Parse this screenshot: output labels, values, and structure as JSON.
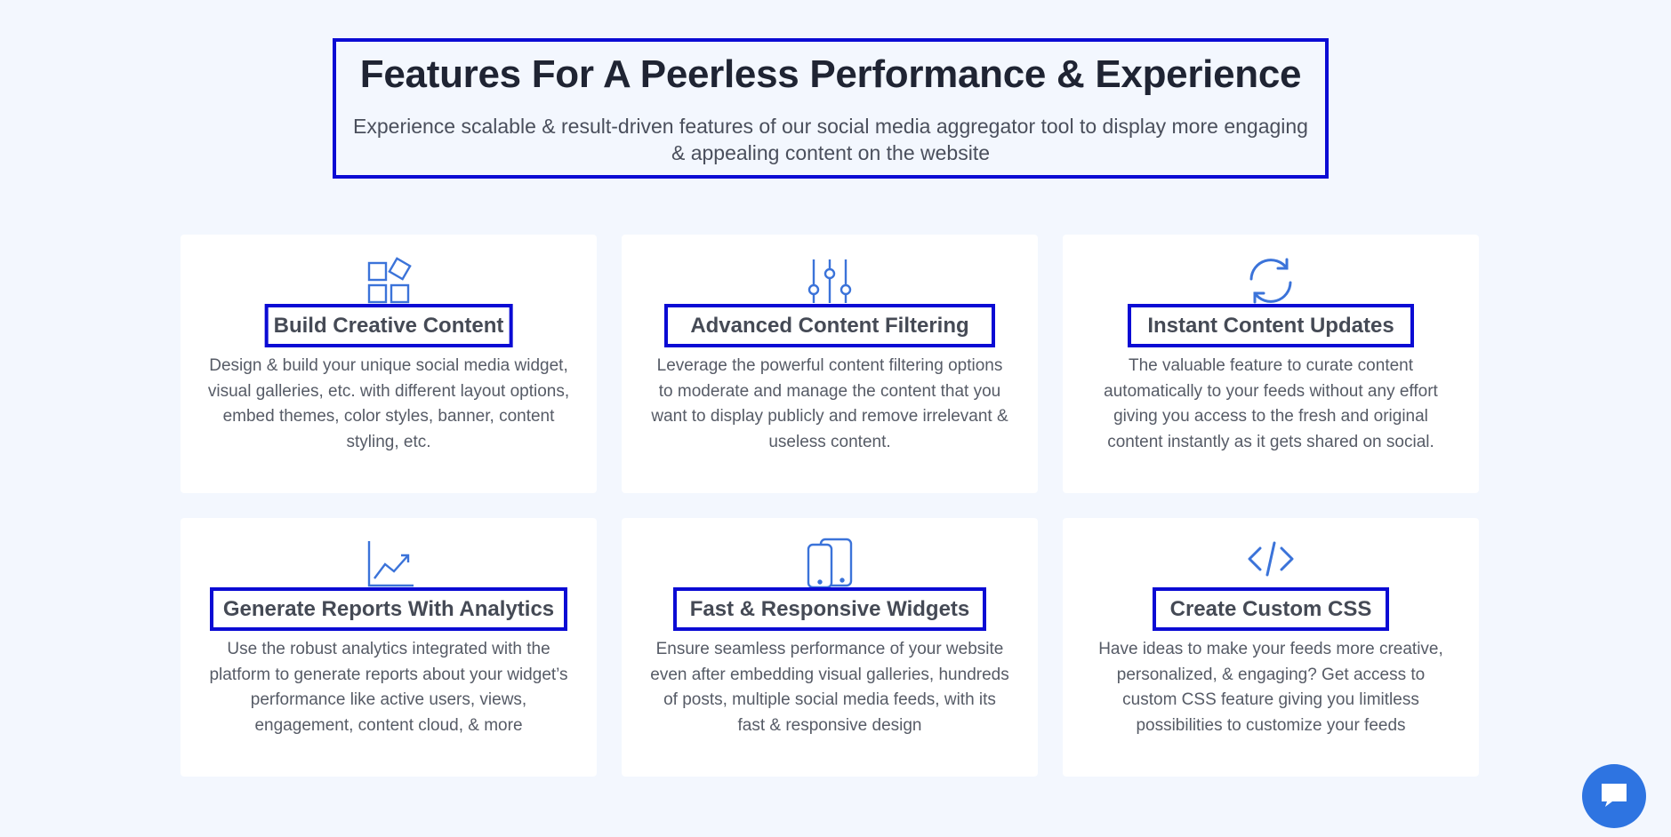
{
  "hero": {
    "title": "Features For A Peerless Performance & Experience",
    "subtitle": "Experience scalable & result-driven features of our social media aggregator tool to display more engaging & appealing content on the website"
  },
  "features": [
    {
      "icon": "blocks-icon",
      "title": "Build Creative Content",
      "description": "Design & build your unique social media widget, visual galleries, etc. with different layout options, embed themes, color styles, banner, content styling, etc."
    },
    {
      "icon": "sliders-icon",
      "title": "Advanced Content Filtering",
      "description": "Leverage the powerful content filtering options to moderate and manage the content that you want to display publicly and remove irrelevant & useless content."
    },
    {
      "icon": "refresh-icon",
      "title": "Instant Content Updates",
      "description": "The valuable feature to curate content automatically to your feeds without any effort giving you access to the fresh and original content instantly as it gets shared on social."
    },
    {
      "icon": "analytics-chart-icon",
      "title": "Generate Reports With Analytics",
      "description": "Use the robust analytics integrated with the platform to generate reports about your widget’s performance like active users, views, engagement, content cloud, & more"
    },
    {
      "icon": "devices-icon",
      "title": "Fast & Responsive Widgets",
      "description": "Ensure seamless performance of your website even after embedding visual galleries, hundreds of posts, multiple social media feeds, with its fast & responsive design"
    },
    {
      "icon": "code-icon",
      "title": "Create Custom CSS",
      "description": "Have ideas to make your feeds more creative, personalized, & engaging? Get access to custom CSS feature giving you limitless possibilities to customize your feeds"
    }
  ],
  "chat": {
    "icon": "chat-bubble-icon"
  },
  "colors": {
    "accent": "#2e74e1",
    "icon": "#3b73d9",
    "highlight_border": "#0b0bd4",
    "background": "#f3f7fe"
  }
}
